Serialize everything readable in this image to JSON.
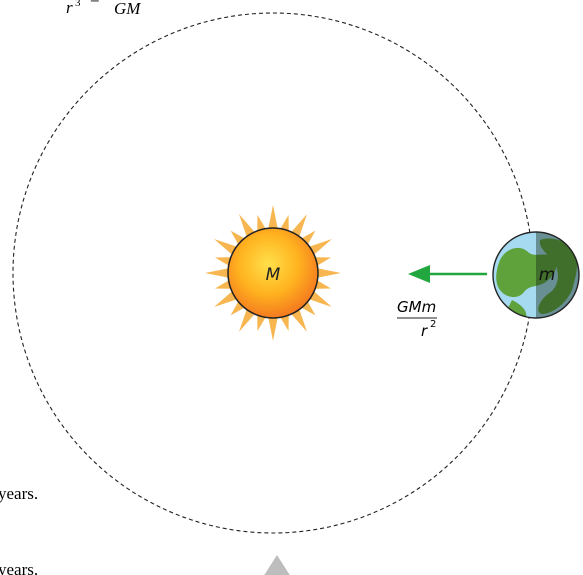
{
  "top_equation": {
    "r_symbol": "r",
    "r_exponent": "3",
    "equals": "=",
    "denominator": "GM"
  },
  "sun": {
    "label": "M",
    "colors": {
      "core_center": "#FFD21F",
      "core_edge": "#F58220",
      "rays": "#F7B64F",
      "outline": "#222222"
    }
  },
  "earth": {
    "label": "m",
    "colors": {
      "ocean": "#9FD6EE",
      "land": "#5E9F3A",
      "night": "rgba(20,35,20,0.45)",
      "outline": "#222222"
    }
  },
  "force_arrow": {
    "color": "#22A73F",
    "direction": "toward-sun"
  },
  "force_label": {
    "numerator": "GMm",
    "denominator_symbol": "r",
    "denominator_exponent": "2"
  },
  "orbit": {
    "style": "dashed"
  },
  "side_text": {
    "line1": "years.",
    "line2": "years."
  },
  "bottom_marker": {
    "color": "#BDBDBD"
  }
}
